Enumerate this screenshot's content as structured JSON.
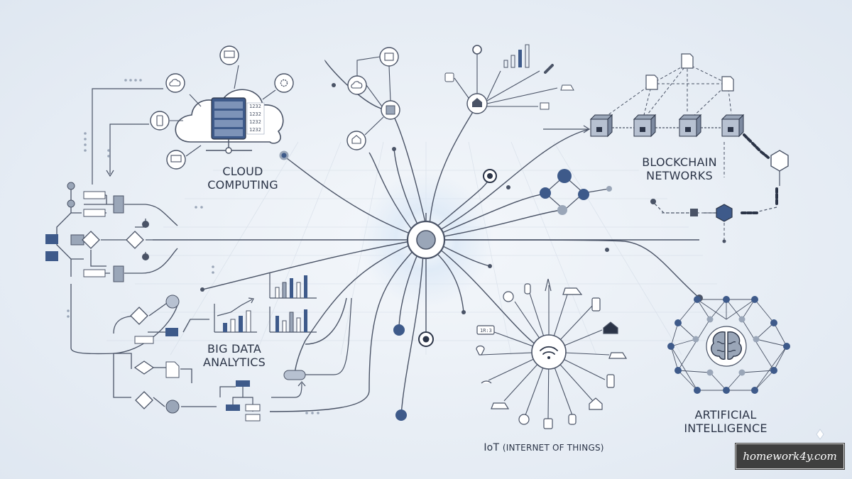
{
  "labels": {
    "cloud_line1": "CLOUD",
    "cloud_line2": "COMPUTING",
    "blockchain_line1": "BLOCKCHAIN",
    "blockchain_line2": "NETWORKS",
    "bigdata_line1": "BIG DATA",
    "bigdata_line2": "ANALYTICS",
    "ai_line1": "ARTIFICIAL",
    "ai_line2": "INTELLIGENCE",
    "iot_main": "IoT",
    "iot_sub": "(INTERNET OF THINGS)"
  },
  "watermark": "homework4y.com",
  "colors": {
    "line": "#4a5366",
    "node_fill": "#3e5a8a",
    "node_light": "#9aa6b8",
    "accent_glow": "#dbe8f6",
    "icon_stroke": "#4a5366"
  },
  "server_panel_codes": [
    "1232",
    "1232",
    "1232",
    "1232"
  ],
  "iot_plate_code": "1R:3"
}
